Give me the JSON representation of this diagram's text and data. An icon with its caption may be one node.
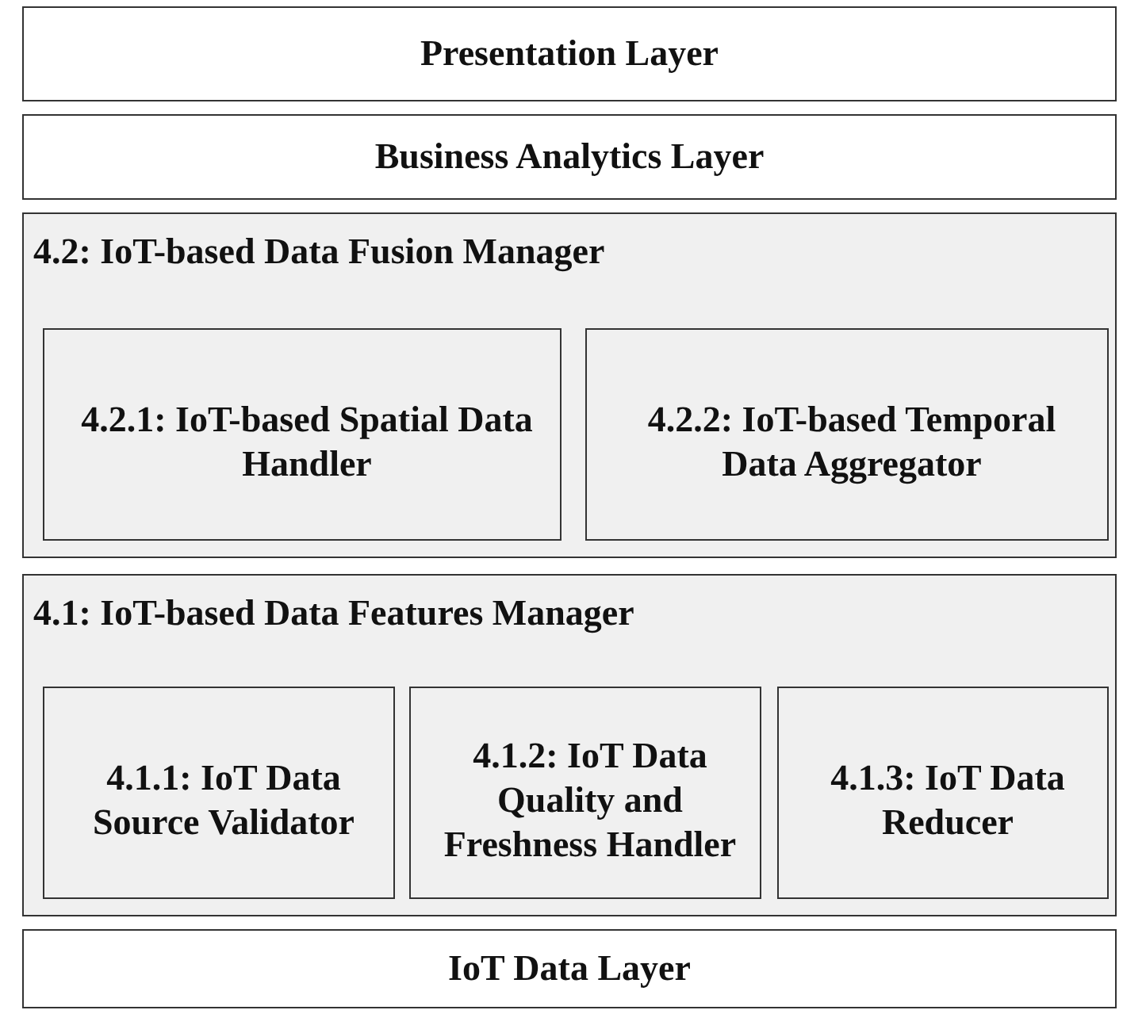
{
  "diagram": {
    "nodes": [
      {
        "text": [
          "Presentation Layer"
        ]
      },
      {
        "text": [
          "Business Analytics Layer"
        ]
      },
      {
        "text": [
          "4.2: IoT-based Data Fusion Manager"
        ]
      },
      {
        "text": [
          "4.2.1: IoT-based Spatial Data Handler"
        ],
        "in": 2
      },
      {
        "text": [
          "4.2.2: IoT-based Temporal Data Aggregator"
        ],
        "in": 2
      },
      {
        "text": [
          "4.1: IoT-based Data Features Manager"
        ]
      },
      {
        "text": [
          "4.1.1: IoT Data Source Validator"
        ],
        "in": 5
      },
      {
        "text": [
          "4.1.2: IoT Data Quality and Freshness Handler"
        ],
        "in": 5
      },
      {
        "text": [
          "4.1.3: IoT Data Reducer"
        ],
        "in": 5
      },
      {
        "text": [
          "IoT Data Layer"
        ]
      }
    ]
  }
}
